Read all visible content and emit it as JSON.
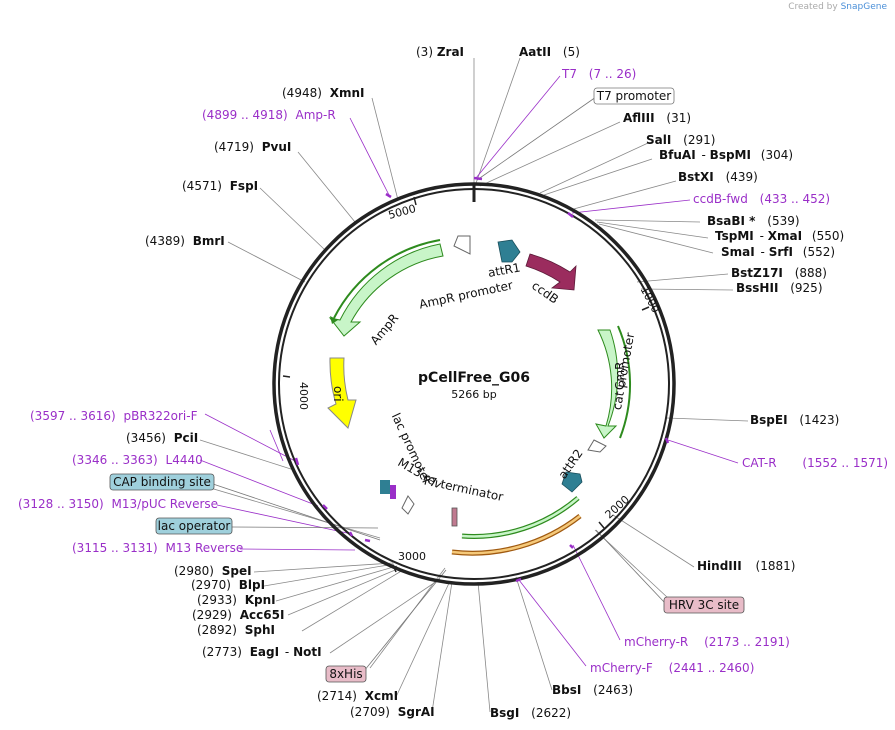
{
  "credit": {
    "prefix": "Created by",
    "brand": "SnapGene"
  },
  "plasmid": {
    "name": "pCellFree_G06",
    "length": "5266 bp"
  },
  "ticks": [
    "1000",
    "2000",
    "3000",
    "4000",
    "5000"
  ],
  "features": {
    "attR1": "attR1",
    "ccdB": "ccdB",
    "ampr_promoter": "AmpR promoter",
    "ampr": "AmpR",
    "ori": "ori",
    "lac_promoter": "lac promoter",
    "m13rev": "M13 rev",
    "t7term": "T7 terminator",
    "cat_promoter": "cat promoter",
    "cmr": "CmR",
    "attR2": "attR2"
  },
  "enzymes": {
    "zrai": {
      "name": "ZraI",
      "pos": "(3)"
    },
    "aatii": {
      "name": "AatII",
      "pos": "(5)"
    },
    "xmni": {
      "name": "XmnI",
      "pos": "(4948)"
    },
    "afliii": {
      "name": "AflIII",
      "pos": "(31)"
    },
    "pvui": {
      "name": "PvuI",
      "pos": "(4719)"
    },
    "sali": {
      "name": "SalI",
      "pos": "(291)"
    },
    "bfuai": {
      "name": "BfuAI",
      "sep": "-",
      "name2": "BspMI",
      "pos": "(304)"
    },
    "fspi": {
      "name": "FspI",
      "pos": "(4571)"
    },
    "bstxi": {
      "name": "BstXI",
      "pos": "(439)"
    },
    "bsabi": {
      "name": "BsaBI *",
      "pos": "(539)"
    },
    "tspmi": {
      "name": "TspMI",
      "sep": "-",
      "name2": "XmaI",
      "pos": "(550)"
    },
    "smai": {
      "name": "SmaI",
      "sep": "-",
      "name2": "SrfI",
      "pos": "(552)"
    },
    "bmri": {
      "name": "BmrI",
      "pos": "(4389)"
    },
    "bstz17i": {
      "name": "BstZ17I",
      "pos": "(888)"
    },
    "bsshii": {
      "name": "BssHII",
      "pos": "(925)"
    },
    "pcli": {
      "name": "PciI",
      "pos": "(3456)"
    },
    "bspei": {
      "name": "BspEI",
      "pos": "(1423)"
    },
    "hindiii": {
      "name": "HindIII",
      "pos": "(1881)"
    },
    "spei": {
      "name": "SpeI",
      "pos": "(2980)"
    },
    "blpi": {
      "name": "BlpI",
      "pos": "(2970)"
    },
    "kpni": {
      "name": "KpnI",
      "pos": "(2933)"
    },
    "acc65i": {
      "name": "Acc65I",
      "pos": "(2929)"
    },
    "sphi": {
      "name": "SphI",
      "pos": "(2892)"
    },
    "eagi": {
      "name": "EagI",
      "sep": "-",
      "name2": "NotI",
      "pos": "(2773)"
    },
    "xcmi": {
      "name": "XcmI",
      "pos": "(2714)"
    },
    "sgrai": {
      "name": "SgrAI",
      "pos": "(2709)"
    },
    "bsgi": {
      "name": "BsgI",
      "pos": "(2622)"
    },
    "bbsi": {
      "name": "BbsI",
      "pos": "(2463)"
    }
  },
  "primers": {
    "t7": {
      "name": "T7",
      "range": "(7 .. 26)"
    },
    "ampr": {
      "range": "(4899 .. 4918)",
      "name": "Amp-R"
    },
    "ccdbfwd": {
      "name": "ccdB-fwd",
      "range": "(433 .. 452)"
    },
    "pbr322": {
      "range": "(3597 .. 3616)",
      "name": "pBR322ori-F"
    },
    "l4440": {
      "range": "(3346 .. 3363)",
      "name": "L4440"
    },
    "m13puc": {
      "range": "(3128 .. 3150)",
      "name": "M13/pUC Reverse"
    },
    "m13rev": {
      "range": "(3115 .. 3131)",
      "name": "M13 Reverse"
    },
    "catr": {
      "name": "CAT-R",
      "range": "(1552 .. 1571)"
    },
    "mcherryr": {
      "name": "mCherry-R",
      "range": "(2173 .. 2191)"
    },
    "mcherryf": {
      "name": "mCherry-F",
      "range": "(2441 .. 2460)"
    }
  },
  "boxes": {
    "t7promoter": {
      "label": "T7 promoter",
      "fill": "#ffffff"
    },
    "cap": {
      "label": "CAP binding site",
      "fill": "#9fd0dc"
    },
    "lacop": {
      "label": "lac operator",
      "fill": "#9fd0dc"
    },
    "hrv": {
      "label": "HRV 3C site",
      "fill": "#e8bcc8"
    },
    "his": {
      "label": "8xHis",
      "fill": "#e8bcc8"
    }
  },
  "colors": {
    "backbone": "#222222",
    "green_arrow": "#c8f5c8",
    "green_edge": "#2e8b1e",
    "ori": "#ffff00",
    "teal": "#2f7f93",
    "ccdb": "#9b2c5e",
    "primer": "#9a2fc8",
    "orange": "#f5c97a"
  }
}
